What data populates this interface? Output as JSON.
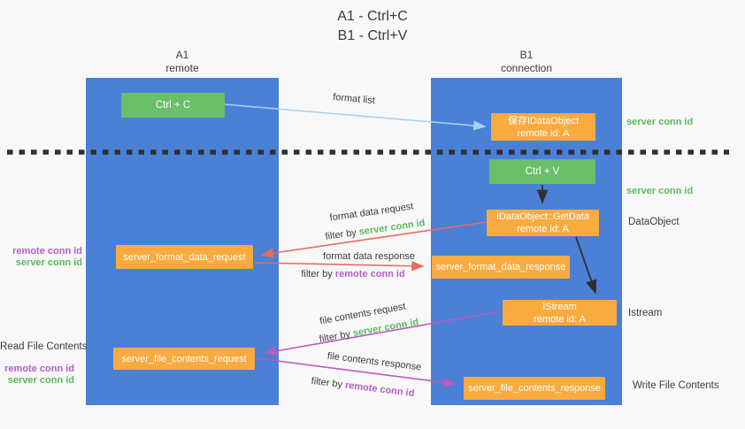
{
  "title": {
    "line1": "A1 - Ctrl+C",
    "line2": "B1 - Ctrl+V"
  },
  "lifelines": {
    "a1": {
      "name": "A1",
      "role": "remote"
    },
    "b1": {
      "name": "B1",
      "role": "connection"
    }
  },
  "boxes": {
    "ctrl_c": {
      "label": "Ctrl + C"
    },
    "ctrl_v": {
      "label": "Ctrl + V"
    },
    "save_dataobject": {
      "line1": "保存IDataObject",
      "line2": "remote id: A"
    },
    "getdata": {
      "line1": "IDataObject::GetData",
      "line2": "remote id: A"
    },
    "istream": {
      "line1": "IStream",
      "line2": "remote id: A"
    },
    "server_format_data_request": {
      "label": "server_format_data_request"
    },
    "server_format_data_response": {
      "label": "server_format_data_response"
    },
    "server_file_contents_request": {
      "label": "server_file_contents_request"
    },
    "server_file_contents_response": {
      "label": "server_file_contents_response"
    }
  },
  "arrow_labels": {
    "format_list": "format list",
    "format_data_request": "format data request",
    "format_data_response": "format data response",
    "file_contents_request": "file contents request",
    "file_contents_response": "file contents response",
    "filter_by": "filter by",
    "server_conn_id": "server conn id",
    "remote_conn_id": "remote conn id"
  },
  "side_labels": {
    "right": {
      "server_conn_id_1": "server conn id",
      "server_conn_id_2": "server conn id",
      "dataobject": "DataObject",
      "istream": "Istream",
      "write_file_contents": "Write File Contents"
    },
    "left": {
      "remote_conn_id_1": "remote conn id",
      "server_conn_id_1": "server conn id",
      "read_file_contents": "Read File Contents",
      "remote_conn_id_2": "remote conn id",
      "server_conn_id_2": "server conn id"
    }
  },
  "colors": {
    "background": "#f8f8f8",
    "lifeline_blue": "#4a80d6",
    "action_green": "#6abf69",
    "object_orange": "#f9ab40",
    "text_dark": "#3b3b3b",
    "server_conn_green": "#5cb85c",
    "remote_conn_purple": "#b45ec6",
    "arrow_light_blue": "#a9d2f1",
    "arrow_red": "#ea6a5e",
    "arrow_magenta": "#bb5abf",
    "arrow_black": "#2f2f2f"
  }
}
